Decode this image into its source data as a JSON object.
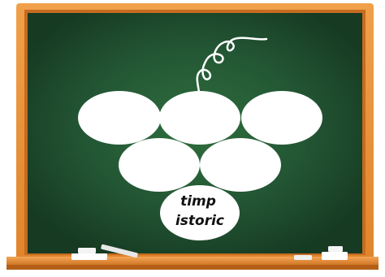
{
  "colors": {
    "frame": "#e8923a",
    "frame_dark": "#c96f1f",
    "board": "#1f4a2a",
    "board_center": "#2e6b3c",
    "bubble": "#ffffff",
    "chalk": "#ffffff"
  },
  "diagram": {
    "bubbles": [
      {
        "id": "top-left",
        "label": ""
      },
      {
        "id": "top-middle",
        "label": ""
      },
      {
        "id": "top-right",
        "label": ""
      },
      {
        "id": "middle-left",
        "label": ""
      },
      {
        "id": "middle-right",
        "label": ""
      },
      {
        "id": "bottom",
        "label_line1": "timp",
        "label_line2": "istoric"
      }
    ],
    "stem": "chalk-vine-stem"
  }
}
